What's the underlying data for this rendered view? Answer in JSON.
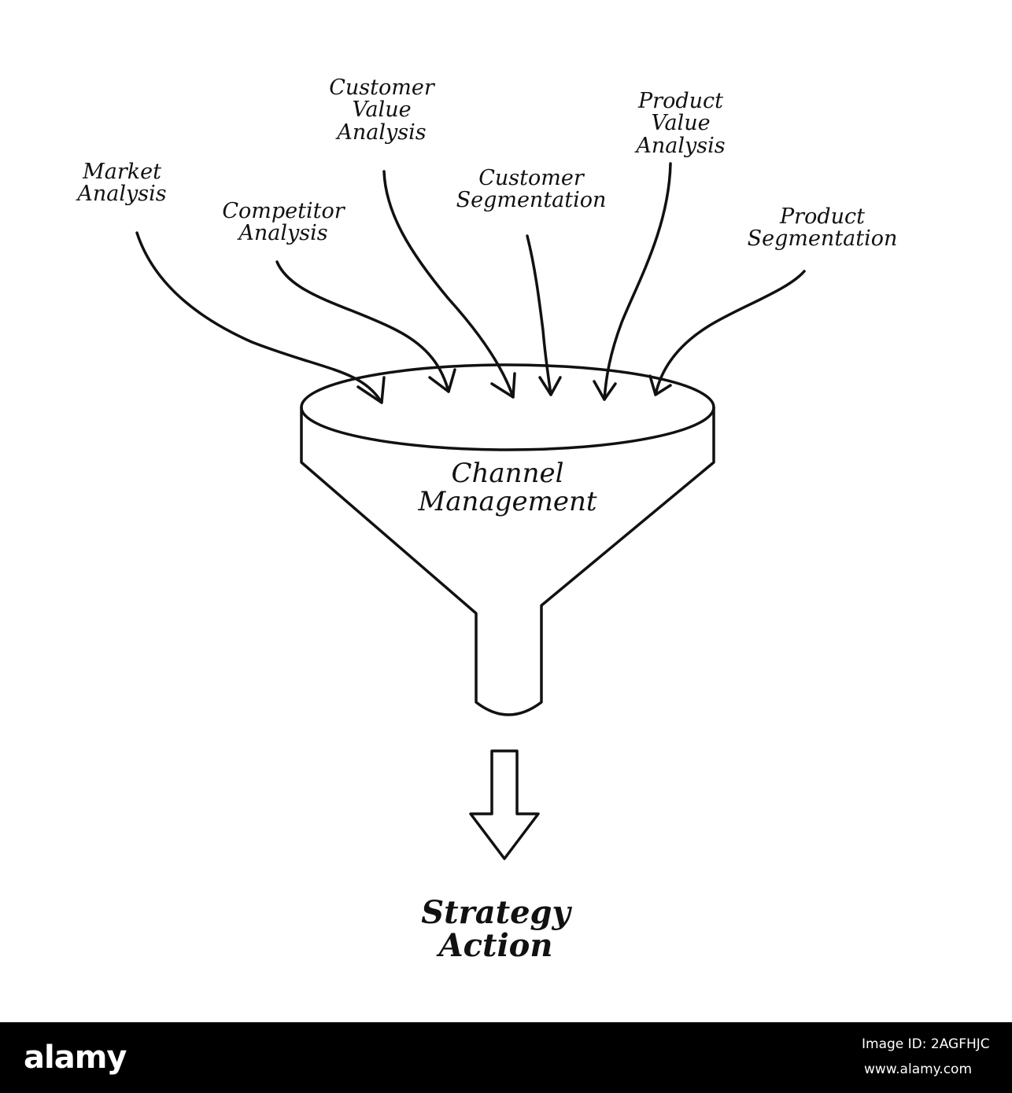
{
  "inputs": {
    "market_analysis": [
      "Market",
      "Analysis"
    ],
    "competitor_analysis": [
      "Competitor",
      "Analysis"
    ],
    "customer_value_analysis": [
      "Customer",
      "Value",
      "Analysis"
    ],
    "customer_segmentation": [
      "Customer",
      "Segmentation"
    ],
    "product_value_analysis": [
      "Product",
      "Value",
      "Analysis"
    ],
    "product_segmentation": [
      "Product",
      "Segmentation"
    ]
  },
  "funnel_label": [
    "Channel",
    "Management"
  ],
  "output_label": [
    "Strategy",
    "Action"
  ],
  "footer": {
    "brand": "alamy",
    "image_id": "Image ID: 2AGFHJC",
    "url": "www.alamy.com"
  }
}
